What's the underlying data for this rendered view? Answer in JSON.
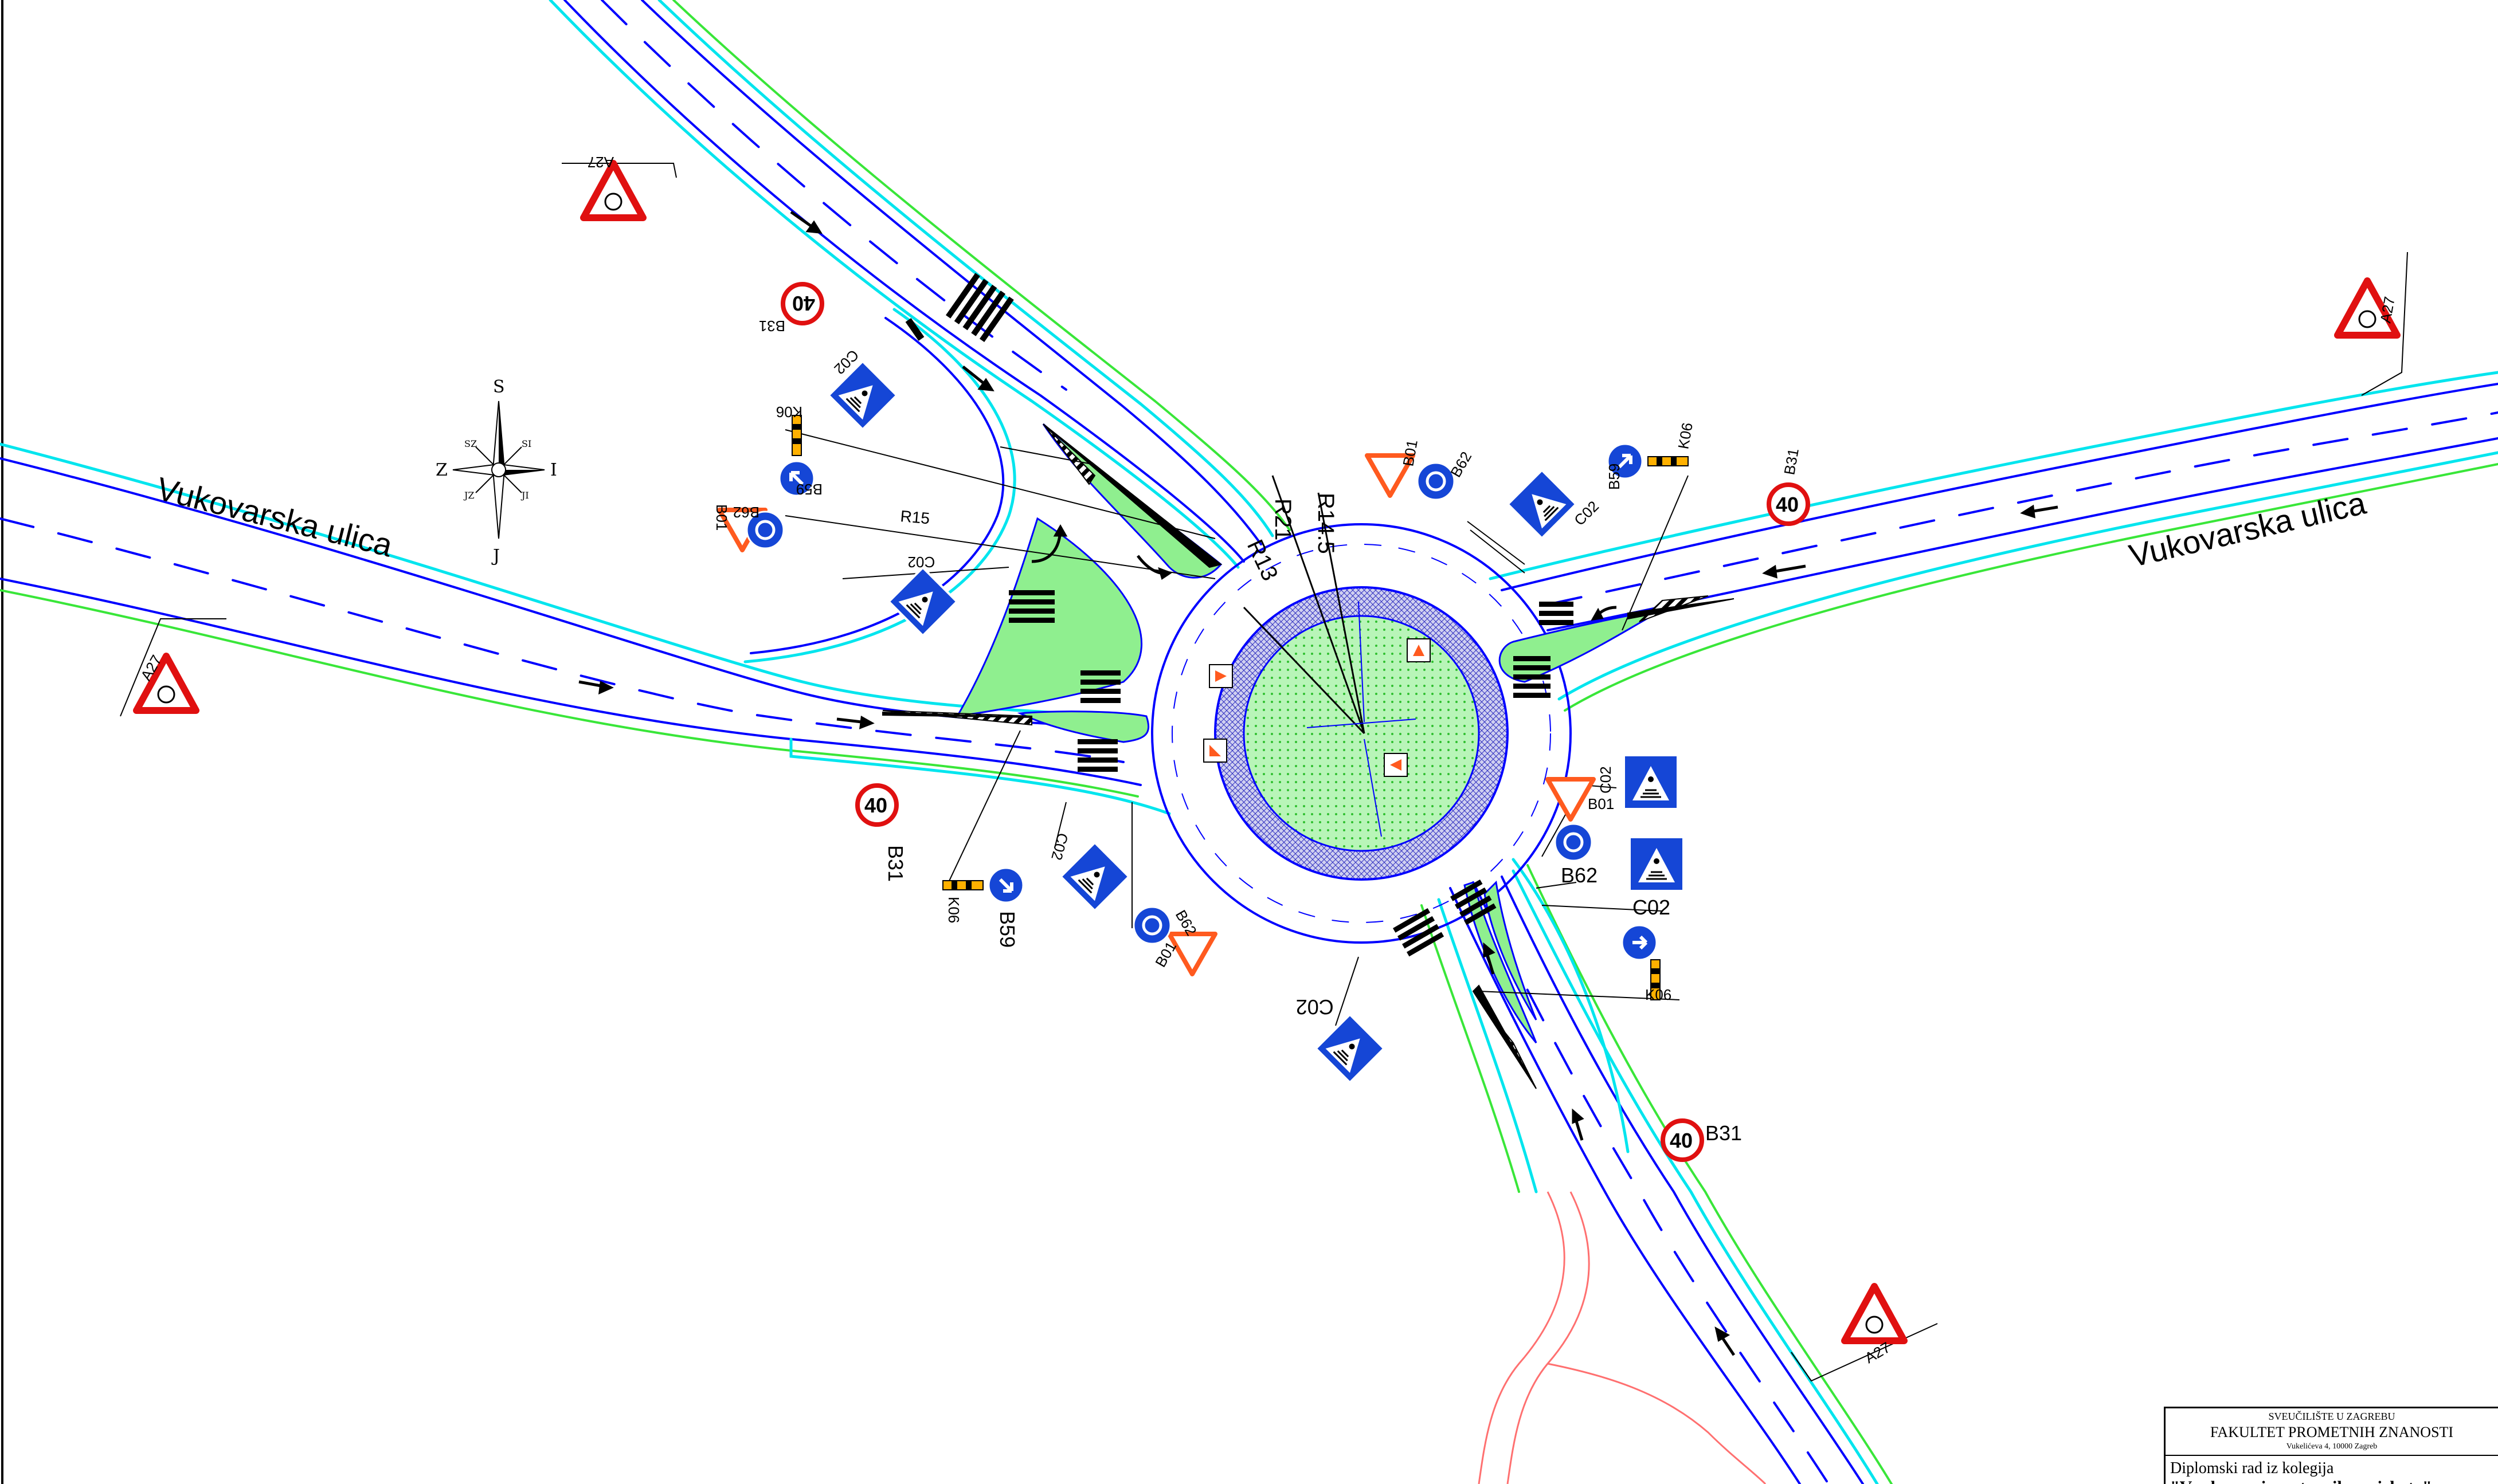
{
  "streets": {
    "west_name": "Vukovarska ulica",
    "east_name": "Vukovarska ulica"
  },
  "radii": [
    "R21",
    "R14.5",
    "R13",
    "R15"
  ],
  "compass": {
    "north": "S",
    "south": "J",
    "east": "I",
    "west": "Z",
    "ne": "SI",
    "nw": "SZ",
    "se": "JI",
    "sw": "JZ"
  },
  "sign_codes": {
    "roundabout_warning": "A27",
    "speed_limit": "B31",
    "speed_value": "40",
    "yield": "B01",
    "roundabout_mandatory": "B62",
    "pass_direction": "B59",
    "crossing": "C02",
    "bollard": "K06"
  },
  "title_block": {
    "university": "SVEUČILIŠTE U ZAGREBU",
    "faculty": "FAKULTET PROMETNIH ZNANOSTI",
    "address": "Vukelićeva 4, 10000 Zagreb",
    "label": "Diplomski rad iz kolegija",
    "course": "\"Vrednovanje cestovnih projekata\""
  },
  "colors": {
    "road_edge": "#0000ff",
    "curb": "#00e5ee",
    "green_line": "#39e639",
    "island_fill": "#8fef8f",
    "sign_blue": "#1546d6",
    "sign_red": "#e01010",
    "sign_orange": "#ff5a1f",
    "pedestrian_path": "#ff7070"
  }
}
